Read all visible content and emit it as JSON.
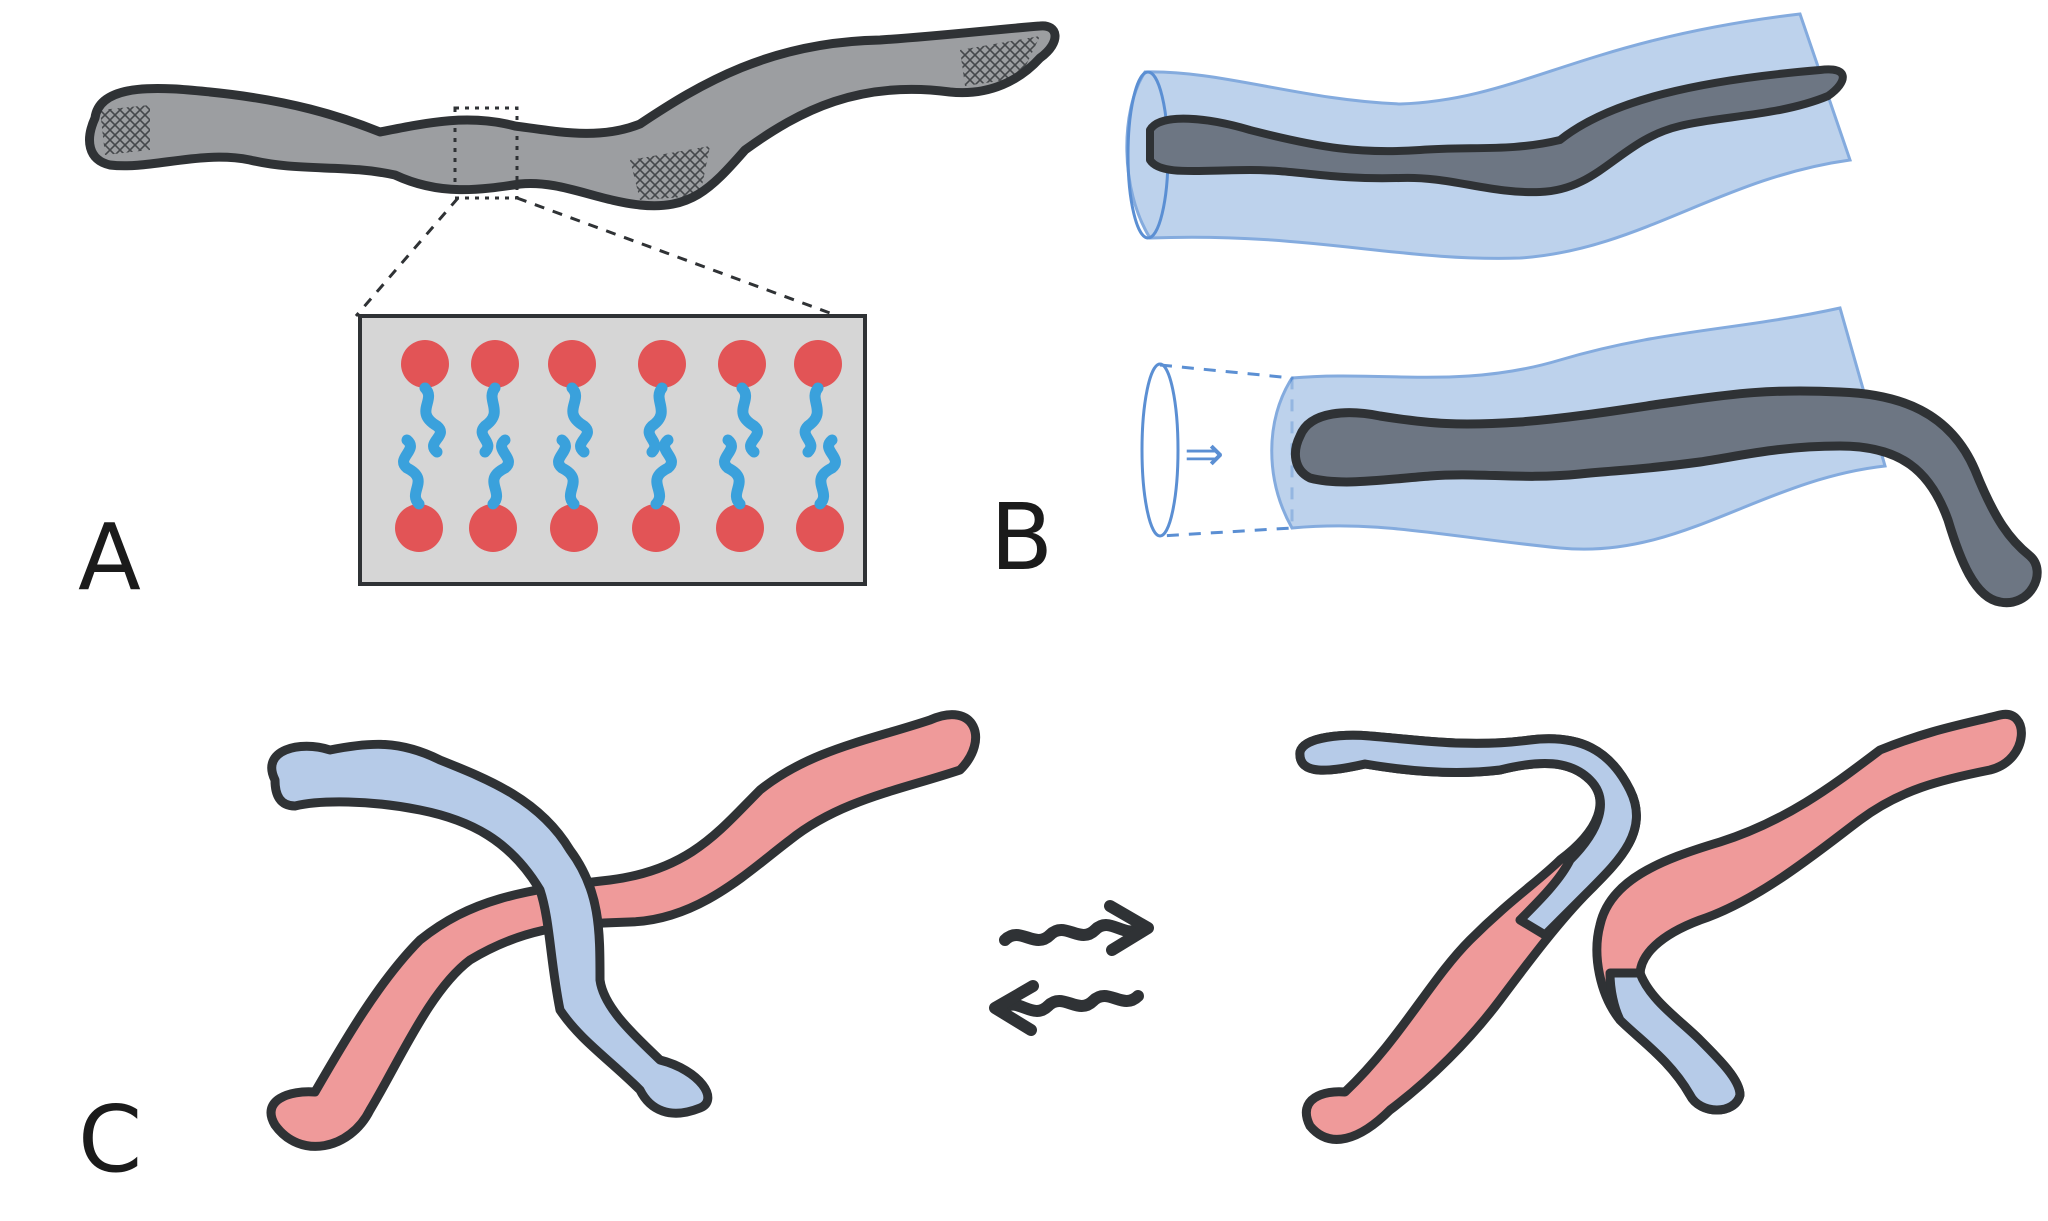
{
  "panels": [
    {
      "label": "A"
    },
    {
      "label": "B"
    },
    {
      "label": "C"
    }
  ],
  "colors": {
    "outline": "#2f3235",
    "wormlike_micelle_fill": "#9c9ea1",
    "tube_fill": "#a8c4e6",
    "tube_stroke": "#5b8fd3",
    "surfactant_head": "#e25456",
    "surfactant_tail": "#3aa1dc",
    "inset_background": "#d6d6d6",
    "micelle_blue": "#b6cbe8",
    "micelle_red": "#ef9a9a"
  },
  "icons": {
    "panel_b_arrow": "double-arrow-right-icon",
    "panel_c_arrows": "reversible-reaction-arrows-icon"
  }
}
